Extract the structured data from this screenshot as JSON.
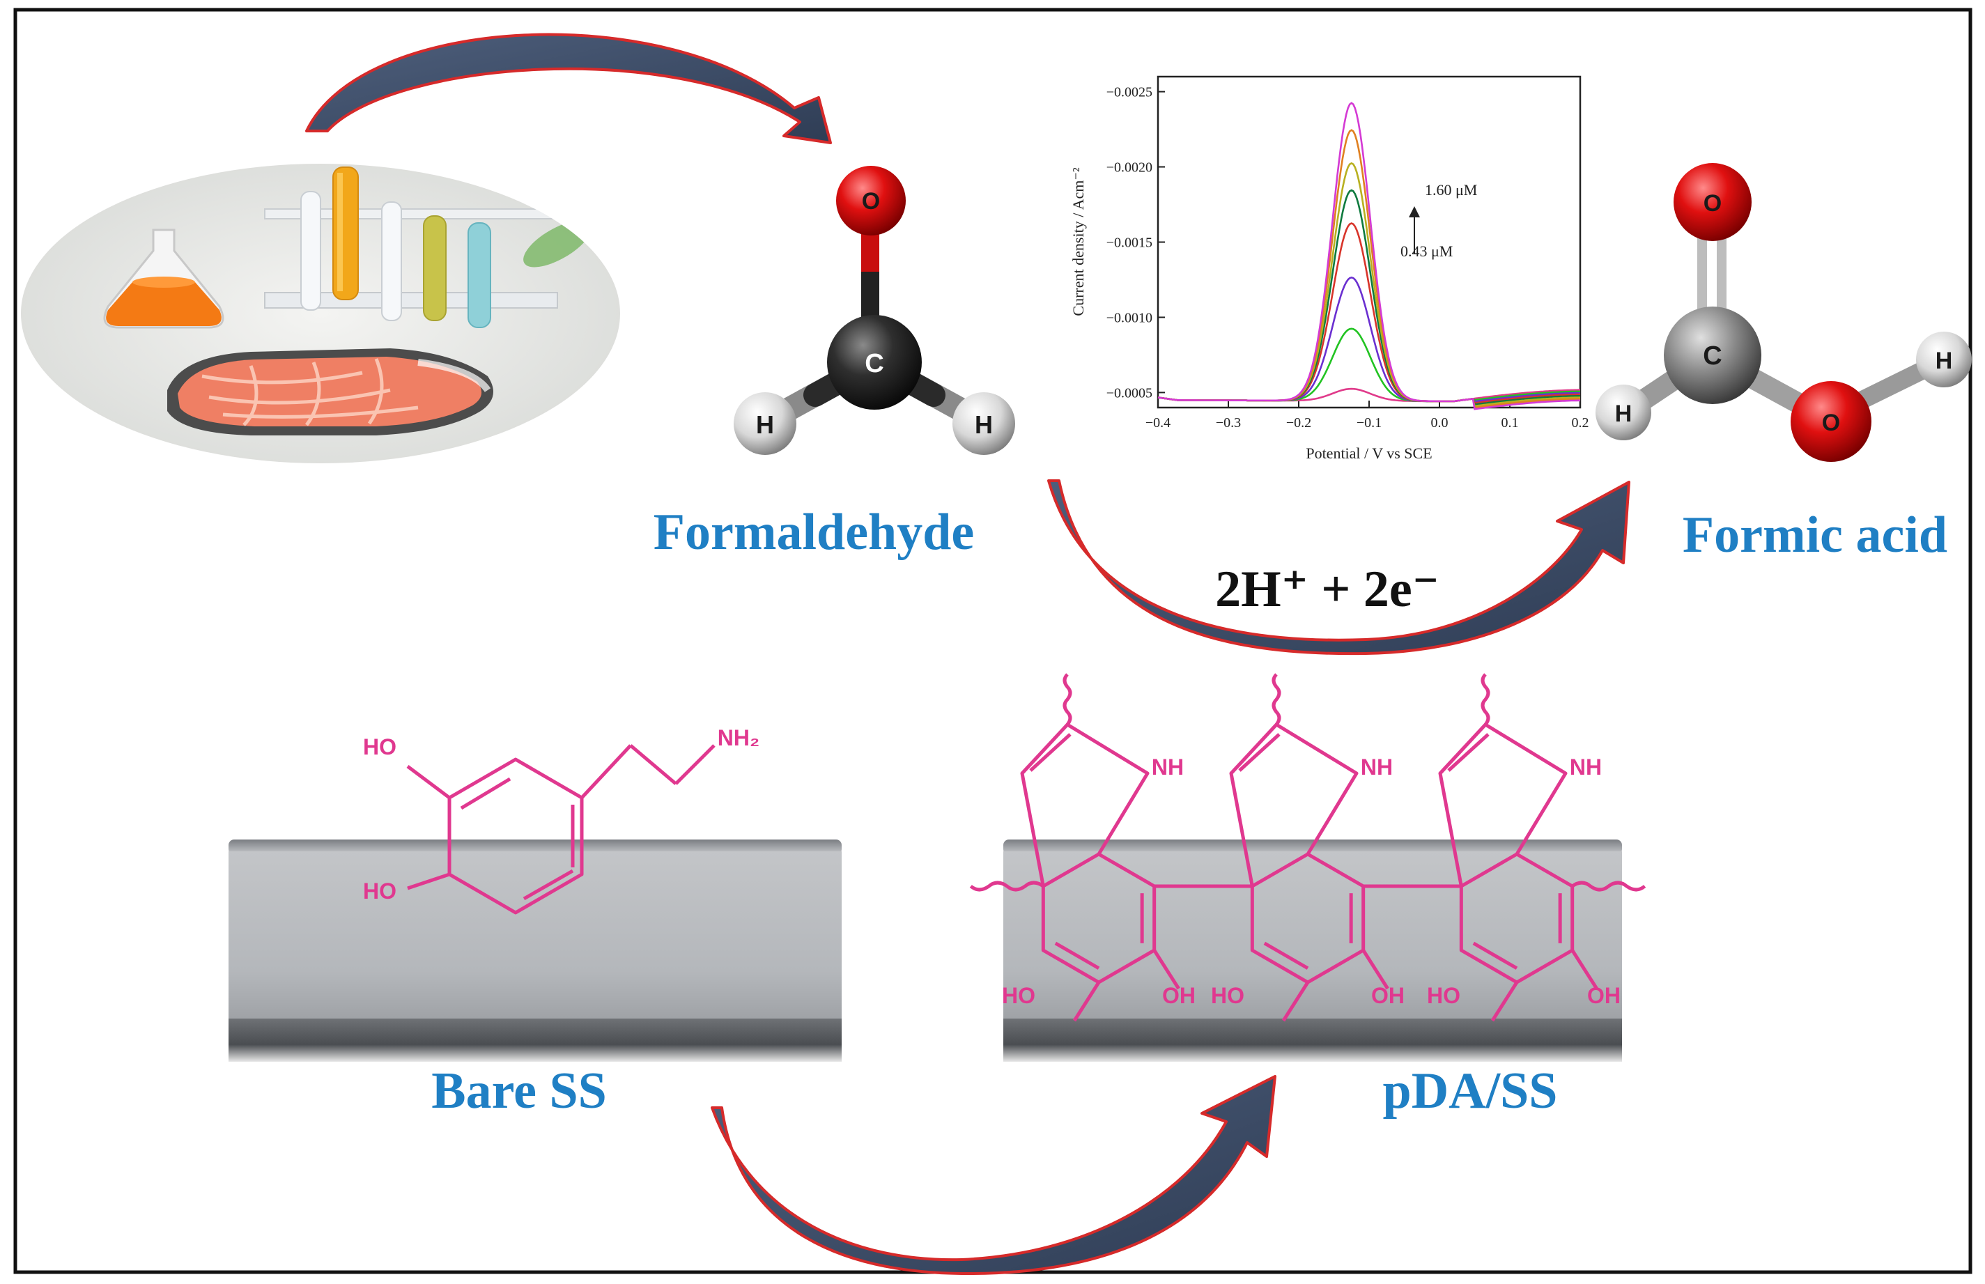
{
  "labels": {
    "formaldehyde": "Formaldehyde",
    "formic_acid": "Formic acid",
    "reaction": "2H⁺ + 2e⁻",
    "bare_ss": "Bare SS",
    "pda_ss": "pDA/SS"
  },
  "atoms": {
    "formaldehyde": {
      "o": "O",
      "c": "C",
      "h1": "H",
      "h2": "H"
    },
    "formic_acid": {
      "o1": "O",
      "c": "C",
      "h1": "H",
      "o2": "O",
      "h2": "H"
    }
  },
  "dopamine": {
    "ho_top": "HO",
    "ho_bottom": "HO",
    "amine": "NH₂"
  },
  "polydopamine": {
    "nh": [
      "NH",
      "NH",
      "NH"
    ],
    "hydroxyls": [
      "HO",
      "OH",
      "HO",
      "OH",
      "HO",
      "OH"
    ]
  },
  "colors": {
    "title_blue": "#1f7fc4",
    "molecule_pink": "#e0388f",
    "arrow_dark": "#3e4f6a",
    "arrow_outline": "#d62a2a",
    "oxygen_red": "#d60f0f",
    "carbon_dark": "#3a3a3a",
    "hydrogen_grey": "#e2e2e2",
    "slab_grey": "#b8bbbf"
  },
  "chart_data": {
    "type": "line",
    "xlabel": "Potential / V vs SCE",
    "ylabel": "Current density / Acm⁻²",
    "xlim": [
      -0.4,
      0.2
    ],
    "ylim": [
      -0.0004,
      -0.0026
    ],
    "x_ticks": [
      "-0.4",
      "-0.3",
      "-0.2",
      "-0.1",
      "0.0",
      "0.1",
      "0.2"
    ],
    "y_ticks": [
      "-0.0025",
      "-0.0020",
      "-0.0015",
      "-0.0010",
      "-0.0005"
    ],
    "annotation_high": "1.60 μM",
    "annotation_low": "0.43 μM",
    "peak_potential": -0.125,
    "series": [
      {
        "color": "#e03a8a",
        "peak": -0.00053
      },
      {
        "color": "#22c322",
        "peak": -0.00093
      },
      {
        "color": "#6a2fd0",
        "peak": -0.00127
      },
      {
        "color": "#d8342a",
        "peak": -0.00163
      },
      {
        "color": "#0e7a3e",
        "peak": -0.00185
      },
      {
        "color": "#b8b020",
        "peak": -0.00203
      },
      {
        "color": "#e08020",
        "peak": -0.00225
      },
      {
        "color": "#d43ad4",
        "peak": -0.00243
      }
    ]
  }
}
